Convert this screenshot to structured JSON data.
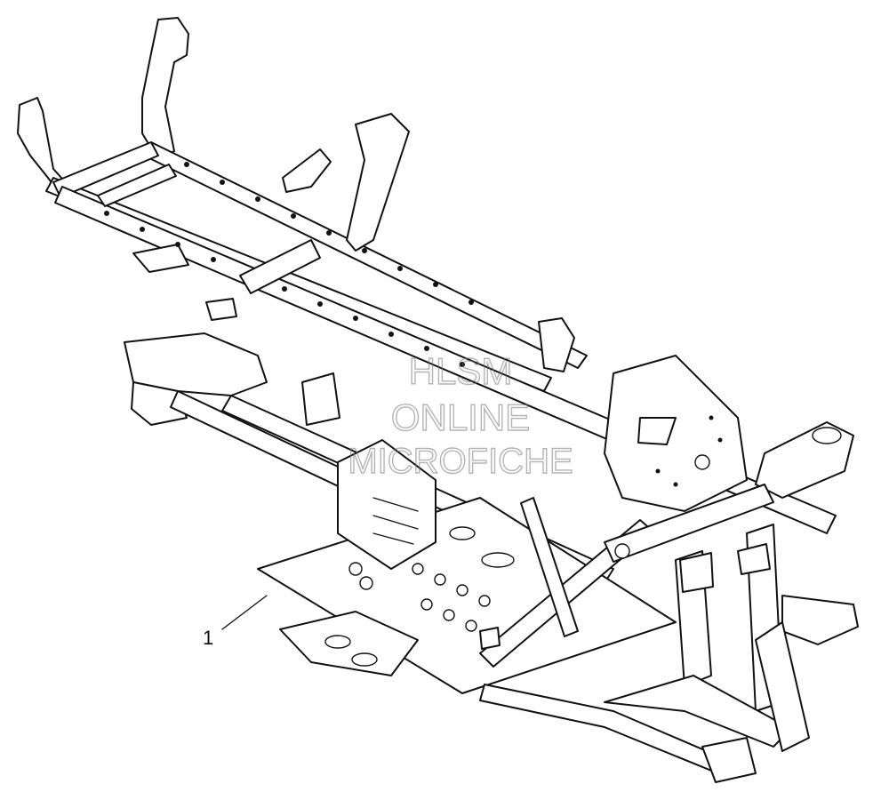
{
  "callout": {
    "label": "1"
  },
  "watermark": {
    "line1": "HLSM",
    "line2": "ONLINE",
    "line3": "MICROFICHE"
  }
}
